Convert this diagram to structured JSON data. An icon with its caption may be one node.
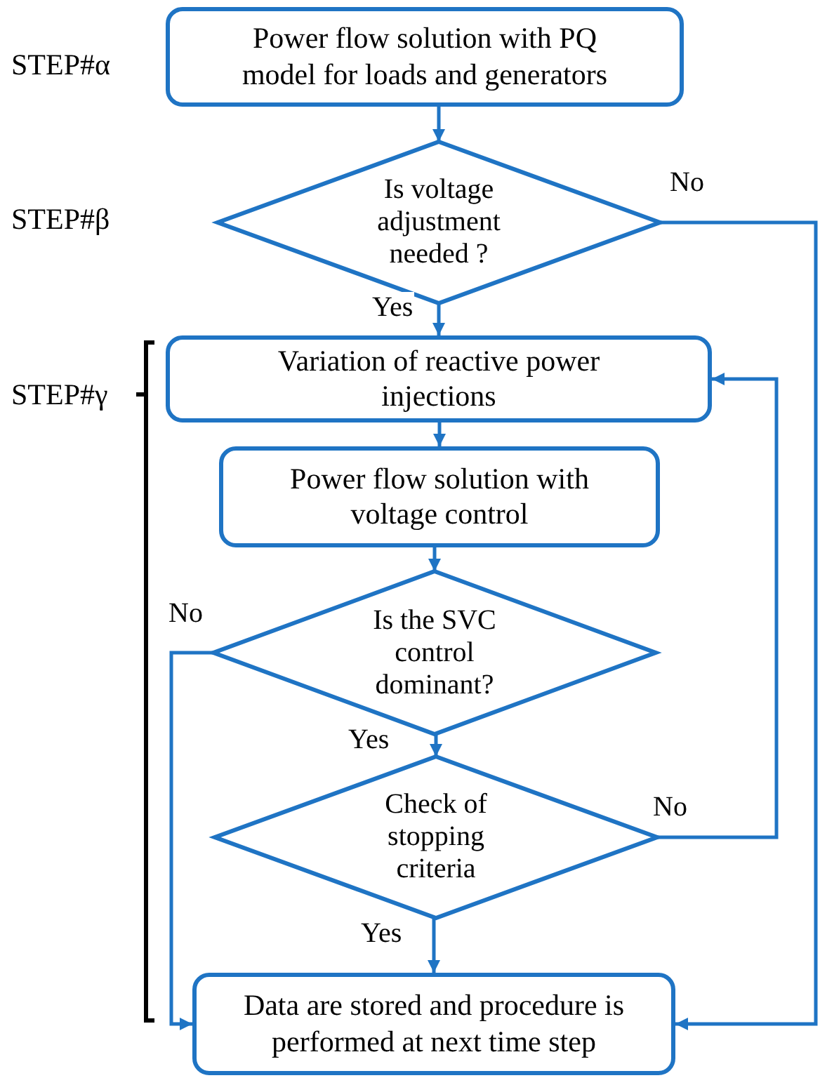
{
  "diagram": {
    "nodes": [
      {
        "text": [
          "Power flow solution with PQ model for loads and generators"
        ]
      },
      {
        "text": [
          "Is voltage adjustment needed ?"
        ]
      },
      {
        "text": [
          "Variation of reactive power injections"
        ]
      },
      {
        "text": [
          "Power flow solution with voltage control"
        ]
      },
      {
        "text": [
          "Is the SVC control dominant?"
        ]
      },
      {
        "text": [
          "Check of stopping criteria"
        ]
      },
      {
        "text": [
          "Data are stored and procedure is performed at next time step"
        ]
      }
    ],
    "edges": [
      {
        "from": 0,
        "to": 1,
        "arrow": "to"
      },
      {
        "from": 1,
        "to": 2,
        "arrow": "to",
        "label": "Yes"
      },
      {
        "from": 1,
        "to": 6,
        "arrow": "to",
        "label": "No"
      },
      {
        "from": 2,
        "to": 3,
        "arrow": "to"
      },
      {
        "from": 3,
        "to": 4,
        "arrow": "to"
      },
      {
        "from": 4,
        "to": 6,
        "arrow": "to",
        "label": "No"
      },
      {
        "from": 4,
        "to": 5,
        "arrow": "to",
        "label": "Yes"
      },
      {
        "from": 5,
        "to": 2,
        "arrow": "to",
        "label": "No"
      },
      {
        "from": 5,
        "to": 6,
        "arrow": "to",
        "label": "Yes"
      }
    ],
    "labels": [
      "STEP#α",
      "STEP#β",
      "STEP#γ"
    ]
  }
}
